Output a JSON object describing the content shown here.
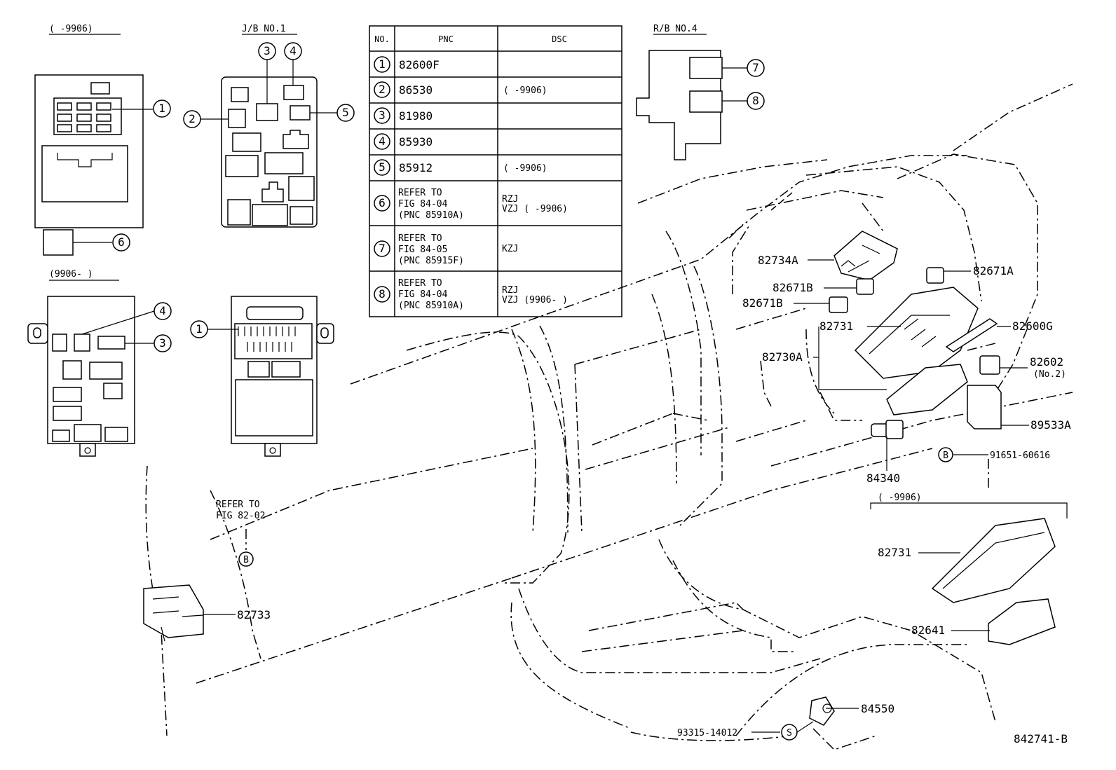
{
  "insets": {
    "top_left_caption": "(      -9906)",
    "jb_no1_caption": "J/B NO.1",
    "rb_no4_caption": "R/B NO.4",
    "mid_left_caption": "(9906-      )"
  },
  "callout_numbers": [
    "1",
    "2",
    "3",
    "4",
    "5",
    "6",
    "7",
    "8"
  ],
  "table": {
    "headers": {
      "no": "NO.",
      "pnc": "PNC",
      "dsc": "DSC"
    },
    "rows": [
      {
        "no": "1",
        "pnc": [
          "82600F"
        ],
        "dsc": [
          ""
        ]
      },
      {
        "no": "2",
        "pnc": [
          "86530"
        ],
        "dsc": [
          "(      -9906)"
        ]
      },
      {
        "no": "3",
        "pnc": [
          "81980"
        ],
        "dsc": [
          ""
        ]
      },
      {
        "no": "4",
        "pnc": [
          "85930"
        ],
        "dsc": [
          ""
        ]
      },
      {
        "no": "5",
        "pnc": [
          "85912"
        ],
        "dsc": [
          "(      -9906)"
        ]
      },
      {
        "no": "6",
        "pnc": [
          "REFER TO",
          "FIG 84-04",
          " (PNC 85910A)"
        ],
        "dsc": [
          "RZJ",
          "VZJ (      -9906)"
        ]
      },
      {
        "no": "7",
        "pnc": [
          "REFER TO",
          "FIG 84-05",
          " (PNC 85915F)"
        ],
        "dsc": [
          "KZJ"
        ]
      },
      {
        "no": "8",
        "pnc": [
          "REFER TO",
          "FIG 84-04",
          " (PNC 85910A)"
        ],
        "dsc": [
          "RZJ",
          "VZJ (9906-      )"
        ]
      }
    ]
  },
  "part_labels": {
    "p82734A": "82734A",
    "p82671A": "82671A",
    "p82671B_1": "82671B",
    "p82671B_2": "82671B",
    "p82731": "82731",
    "p82600G": "82600G",
    "p82730A": "82730A",
    "p82602": "82602",
    "p82602_sub": "(No.2)",
    "p89533A": "89533A",
    "p91651": "91651-60616",
    "p84340": "84340",
    "inset_caption": "(      -9906)",
    "p82731_inset": "82731",
    "p82641": "82641",
    "p82733": "82733",
    "p84550": "84550",
    "p93315": "93315-14012",
    "ref_line1": "REFER TO",
    "ref_line2": "FIG 82-02",
    "marker_b1": "B",
    "marker_b2": "B",
    "marker_s": "S",
    "figure_code": "842741-B"
  }
}
